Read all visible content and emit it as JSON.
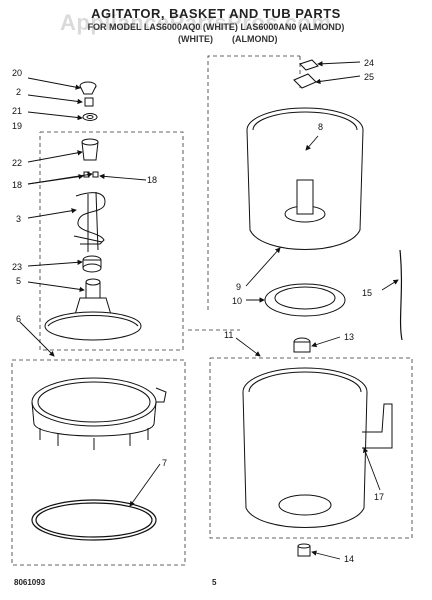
{
  "header": {
    "title": "AGITATOR, BASKET AND TUB PARTS",
    "model_line": "FOR MODEL LAS6000AQ0 (WHITE) LAS6000AN0 (ALMOND)",
    "color_left": "(WHITE)",
    "color_right": "(ALMOND)"
  },
  "watermark": "AppliancePartsPros.com",
  "footer": {
    "code": "8061093",
    "page": "5"
  },
  "callouts": {
    "c20": "20",
    "c2": "2",
    "c21": "21",
    "c19": "19",
    "c22": "22",
    "c18a": "18",
    "c18b": "18",
    "c3": "3",
    "c23": "23",
    "c5": "5",
    "c6": "6",
    "c7": "7",
    "c24": "24",
    "c25": "25",
    "c8": "8",
    "c9": "9",
    "c10": "10",
    "c15": "15",
    "c11": "11",
    "c13": "13",
    "c17": "17",
    "c14": "14"
  }
}
